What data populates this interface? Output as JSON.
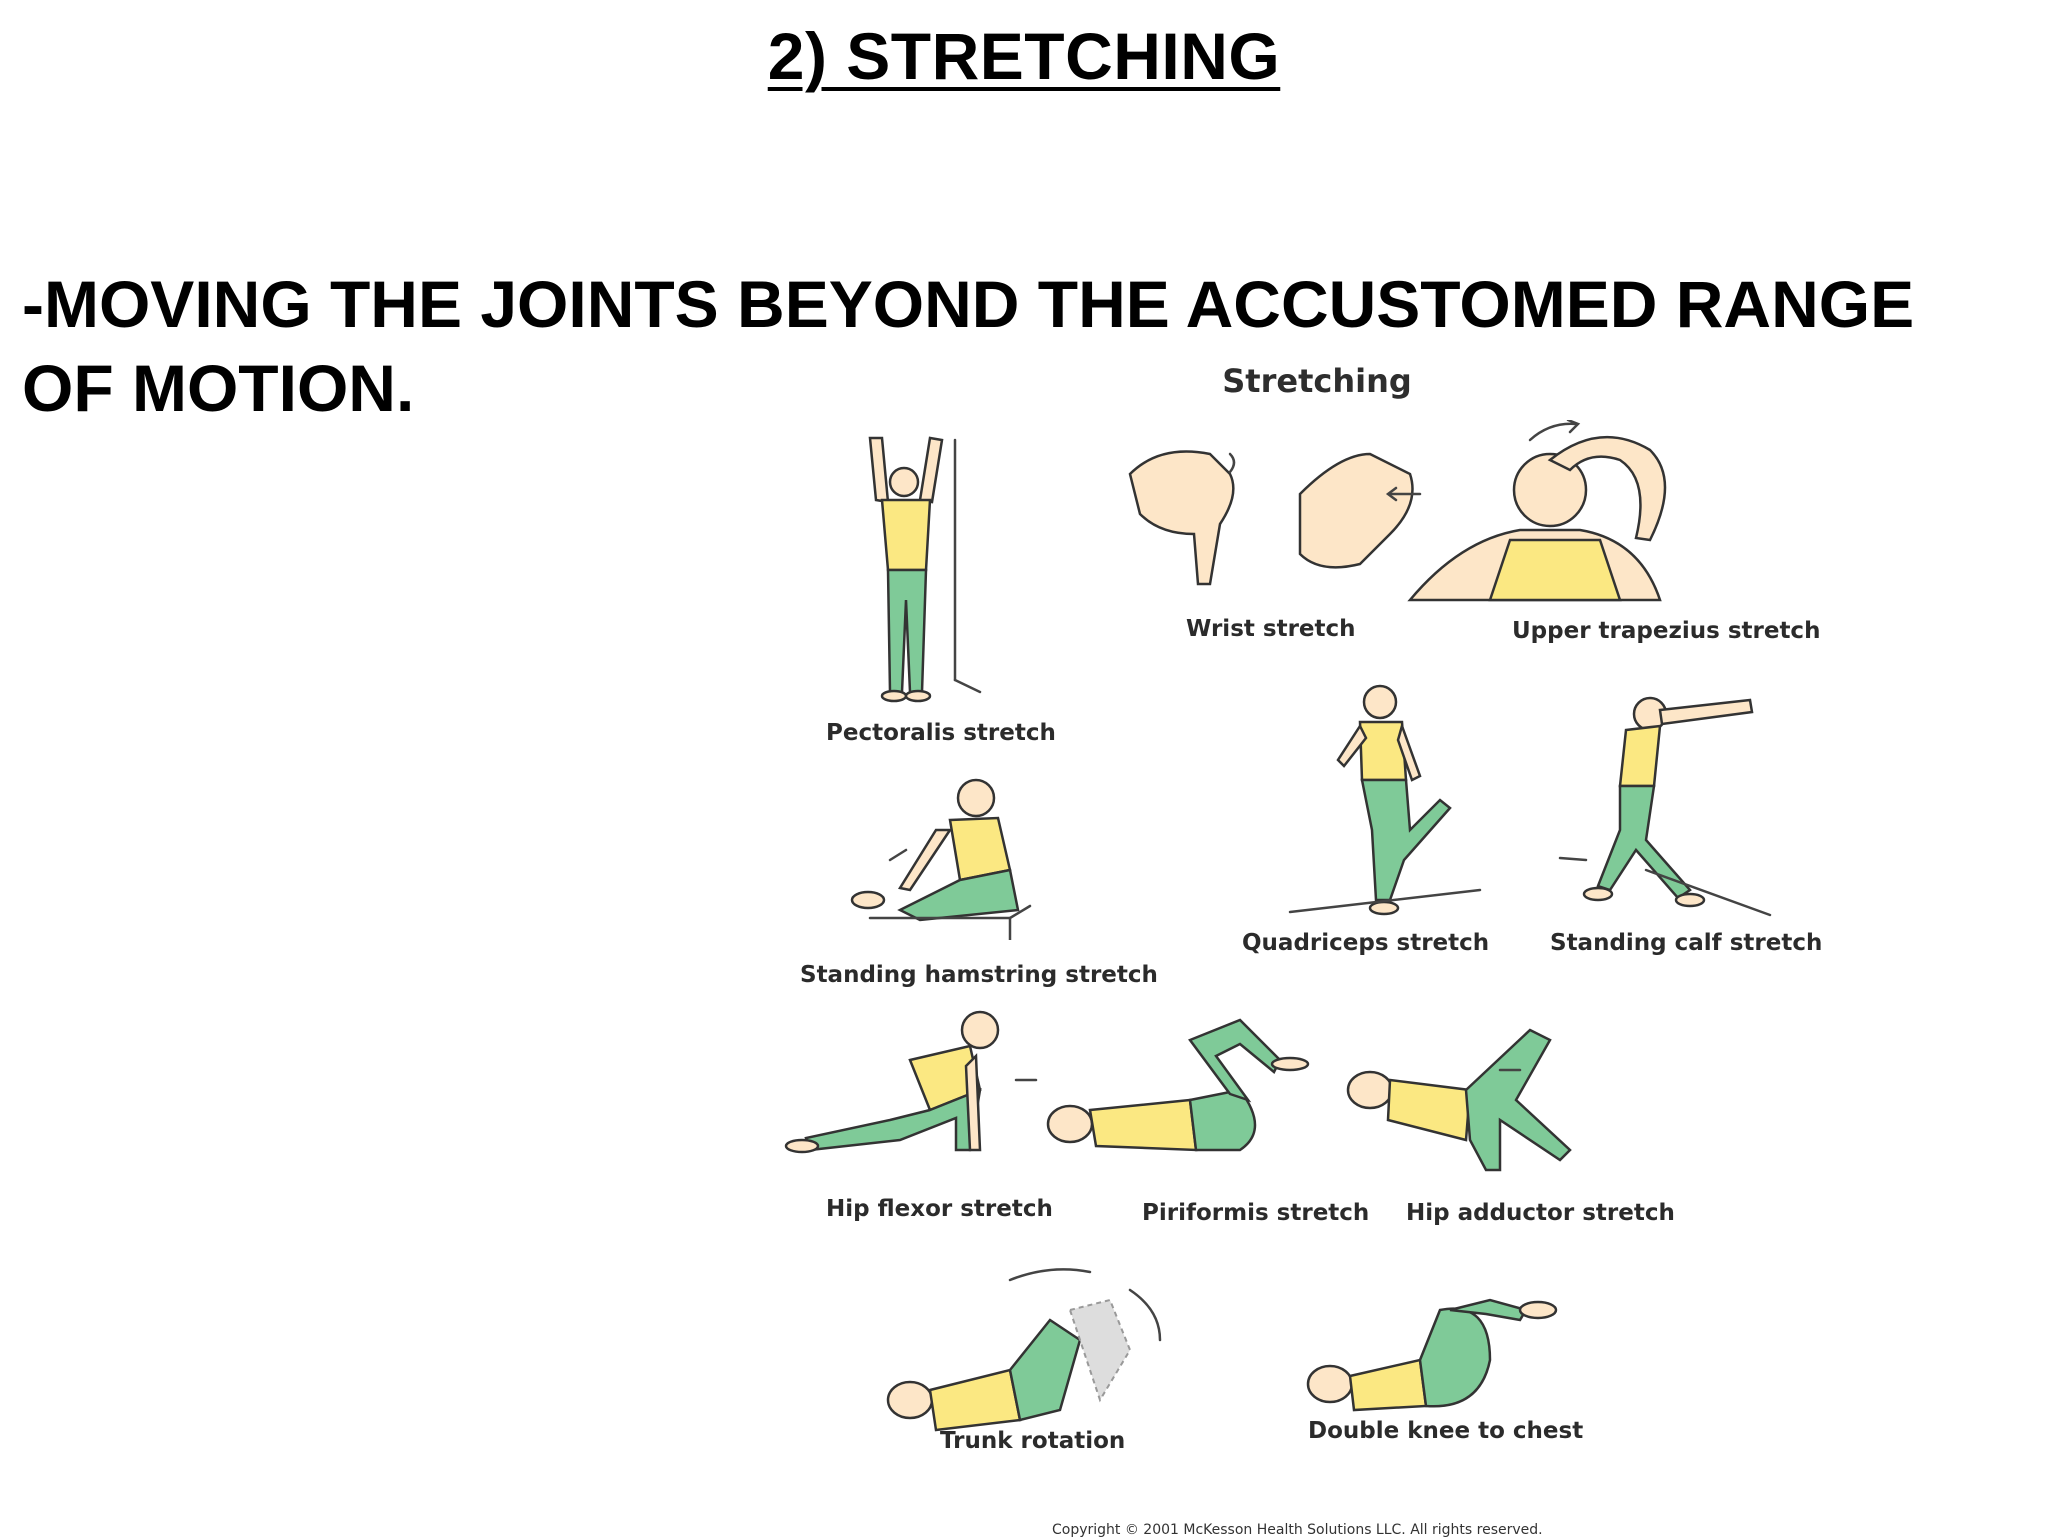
{
  "slide": {
    "title": "2) STRETCHING",
    "body": "-MOVING THE JOINTS BEYOND THE ACCUSTOMED RANGE OF MOTION."
  },
  "figure": {
    "title": "Stretching",
    "copyright": "Copyright © 2001 McKesson Health Solutions LLC.  All rights reserved.",
    "exercises": [
      "Pectoralis stretch",
      "Wrist stretch",
      "Upper trapezius stretch",
      "Standing hamstring stretch",
      "Quadriceps stretch",
      "Standing calf stretch",
      "Hip flexor stretch",
      "Piriformis stretch",
      "Hip adductor stretch",
      "Trunk rotation",
      "Double knee to chest"
    ]
  },
  "colors": {
    "skin": "#fde6c8",
    "shirt": "#fbe882",
    "pants": "#7fca98"
  }
}
